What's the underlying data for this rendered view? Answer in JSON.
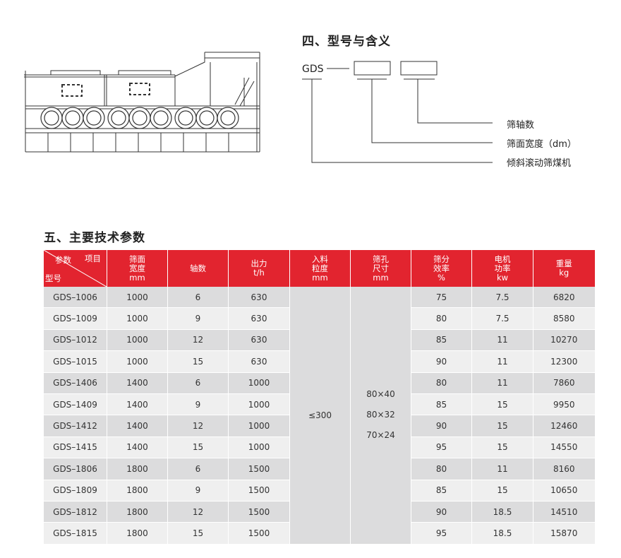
{
  "section4": {
    "title": "四、型号与含义",
    "model_prefix": "GDS",
    "meanings": [
      "筛轴数",
      "筛面宽度（dm）",
      "倾斜滚动筛煤机"
    ]
  },
  "section5": {
    "title": "五、主要技术参数"
  },
  "table": {
    "corner_top_left": "参数",
    "corner_top_right": "项目",
    "corner_bottom": "型号",
    "headers": [
      [
        "筛面",
        "宽度",
        "mm"
      ],
      [
        "轴数"
      ],
      [
        "出力",
        "t/h"
      ],
      [
        "入料",
        "粒度",
        "mm"
      ],
      [
        "筛孔",
        "尺寸",
        "mm"
      ],
      [
        "筛分",
        "效率",
        "%"
      ],
      [
        "电机",
        "功率",
        "kw"
      ],
      [
        "重量",
        "kg"
      ]
    ],
    "rows": [
      {
        "model": "GDS–1006",
        "width": "1000",
        "axes": "6",
        "output": "630",
        "eff": "75",
        "power": "7.5",
        "weight": "6820"
      },
      {
        "model": "GDS–1009",
        "width": "1000",
        "axes": "9",
        "output": "630",
        "eff": "80",
        "power": "7.5",
        "weight": "8580"
      },
      {
        "model": "GDS–1012",
        "width": "1000",
        "axes": "12",
        "output": "630",
        "eff": "85",
        "power": "11",
        "weight": "10270"
      },
      {
        "model": "GDS–1015",
        "width": "1000",
        "axes": "15",
        "output": "630",
        "eff": "90",
        "power": "11",
        "weight": "12300"
      },
      {
        "model": "GDS–1406",
        "width": "1400",
        "axes": "6",
        "output": "1000",
        "eff": "80",
        "power": "11",
        "weight": "7860"
      },
      {
        "model": "GDS–1409",
        "width": "1400",
        "axes": "9",
        "output": "1000",
        "eff": "85",
        "power": "15",
        "weight": "9950"
      },
      {
        "model": "GDS–1412",
        "width": "1400",
        "axes": "12",
        "output": "1000",
        "eff": "90",
        "power": "15",
        "weight": "12460"
      },
      {
        "model": "GDS–1415",
        "width": "1400",
        "axes": "15",
        "output": "1000",
        "eff": "95",
        "power": "15",
        "weight": "14550"
      },
      {
        "model": "GDS–1806",
        "width": "1800",
        "axes": "6",
        "output": "1500",
        "eff": "80",
        "power": "11",
        "weight": "8160"
      },
      {
        "model": "GDS–1809",
        "width": "1800",
        "axes": "9",
        "output": "1500",
        "eff": "85",
        "power": "15",
        "weight": "10650"
      },
      {
        "model": "GDS–1812",
        "width": "1800",
        "axes": "12",
        "output": "1500",
        "eff": "90",
        "power": "18.5",
        "weight": "14510"
      },
      {
        "model": "GDS–1815",
        "width": "1800",
        "axes": "15",
        "output": "1500",
        "eff": "95",
        "power": "18.5",
        "weight": "15870"
      }
    ],
    "feed_size": "≤300",
    "screen_holes": [
      "80×40",
      "80×32",
      "70×24"
    ]
  }
}
